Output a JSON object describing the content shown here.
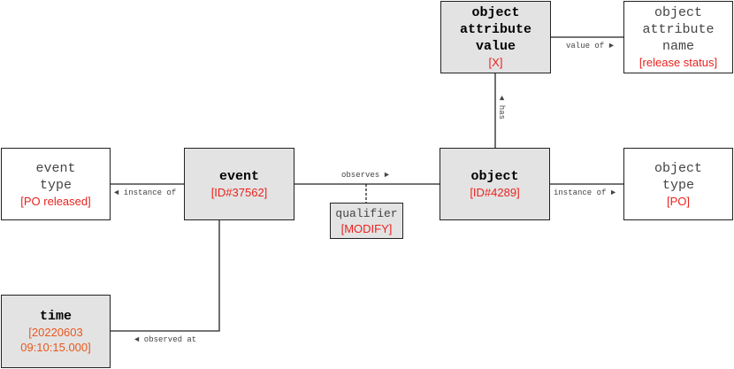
{
  "nodes": {
    "object_attribute_value": {
      "title": "object\nattribute\nvalue",
      "value": "[X]"
    },
    "object_attribute_name": {
      "title": "object\nattribute\nname",
      "value": "[release status]"
    },
    "event_type": {
      "title": "event\ntype",
      "value": "[PO released]"
    },
    "event": {
      "title": "event",
      "value": "[ID#37562]"
    },
    "object": {
      "title": "object",
      "value": "[ID#4289]"
    },
    "object_type": {
      "title": "object\ntype",
      "value": "[PO]"
    },
    "qualifier": {
      "title": "qualifier",
      "value": "[MODIFY]"
    },
    "time": {
      "title": "time",
      "value": "[20220603\n09:10:15.000]"
    }
  },
  "edges": {
    "value_of": "value of ►",
    "has": "◄ has",
    "instance_of_event": "◄ instance of",
    "observes": "observes ►",
    "instance_of_object": "instance of ►",
    "observed_at": "◄ observed at"
  },
  "colors": {
    "value_text": "#e8231f",
    "time_text": "#e8581f",
    "shaded_fill": "#e3e3e3",
    "line": "#222222"
  }
}
